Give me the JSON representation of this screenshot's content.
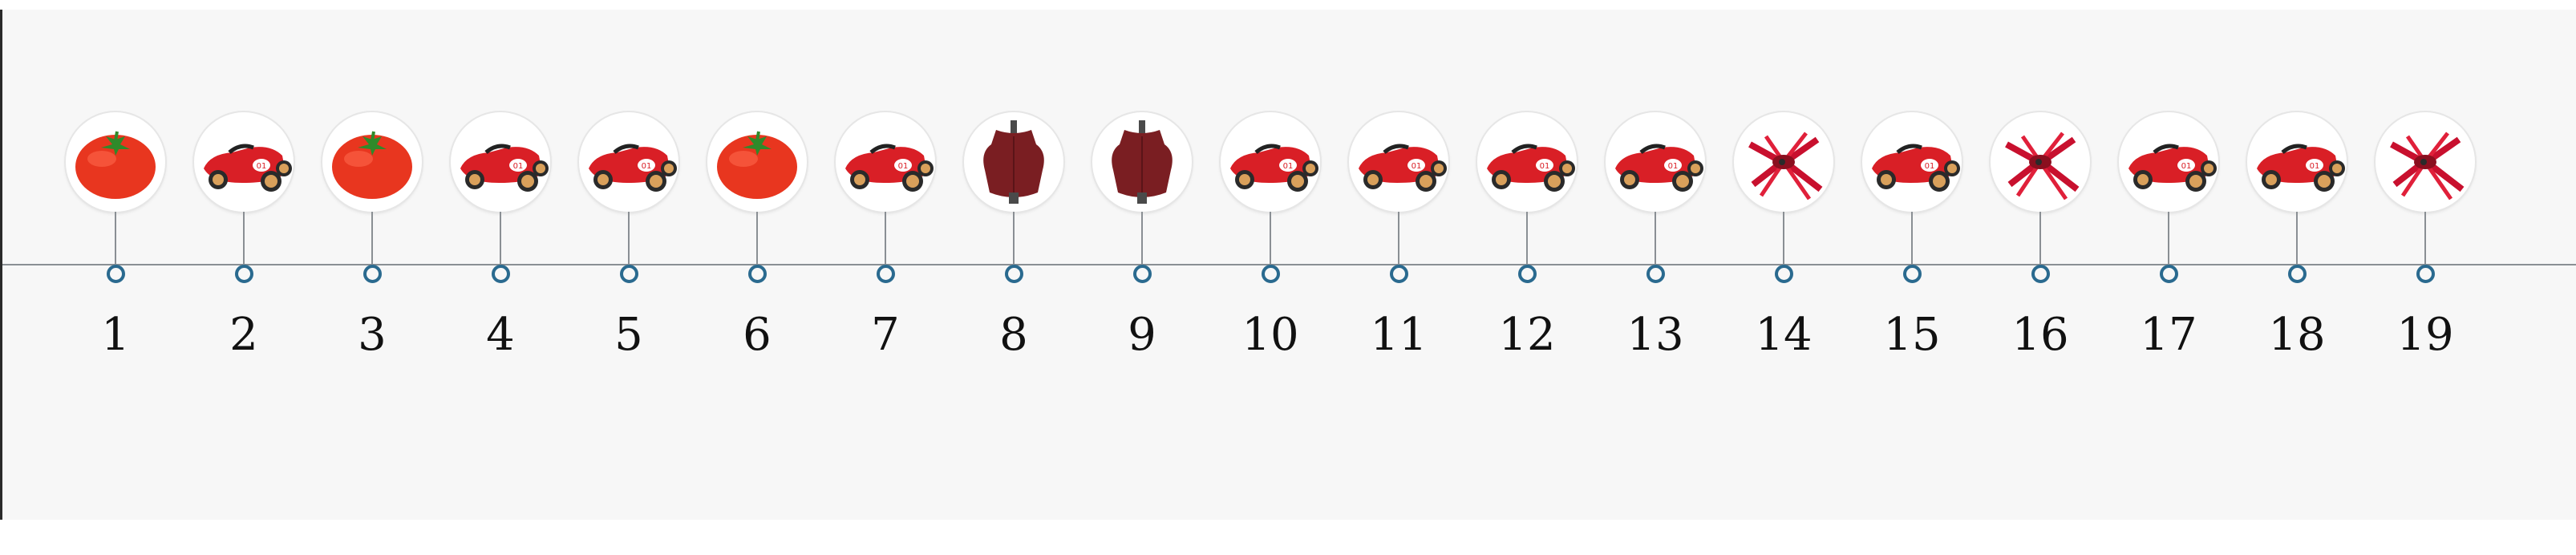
{
  "timeline": {
    "items": [
      {
        "label": "1",
        "icon": "tomato-icon"
      },
      {
        "label": "2",
        "icon": "race-car-icon"
      },
      {
        "label": "3",
        "icon": "tomato-icon"
      },
      {
        "label": "4",
        "icon": "race-car-icon"
      },
      {
        "label": "5",
        "icon": "race-car-icon"
      },
      {
        "label": "6",
        "icon": "tomato-icon"
      },
      {
        "label": "7",
        "icon": "race-car-icon"
      },
      {
        "label": "8",
        "icon": "dress-form-icon"
      },
      {
        "label": "9",
        "icon": "dress-form-icon"
      },
      {
        "label": "10",
        "icon": "race-car-icon"
      },
      {
        "label": "11",
        "icon": "race-car-icon"
      },
      {
        "label": "12",
        "icon": "race-car-icon"
      },
      {
        "label": "13",
        "icon": "race-car-icon"
      },
      {
        "label": "14",
        "icon": "ribbon-plane-icon"
      },
      {
        "label": "15",
        "icon": "race-car-icon"
      },
      {
        "label": "16",
        "icon": "ribbon-plane-icon"
      },
      {
        "label": "17",
        "icon": "race-car-icon"
      },
      {
        "label": "18",
        "icon": "race-car-icon"
      },
      {
        "label": "19",
        "icon": "ribbon-plane-icon"
      }
    ]
  },
  "colors": {
    "node_ring": "#2a6a8f",
    "axis": "#8a8f94",
    "background": "#f7f7f7"
  }
}
